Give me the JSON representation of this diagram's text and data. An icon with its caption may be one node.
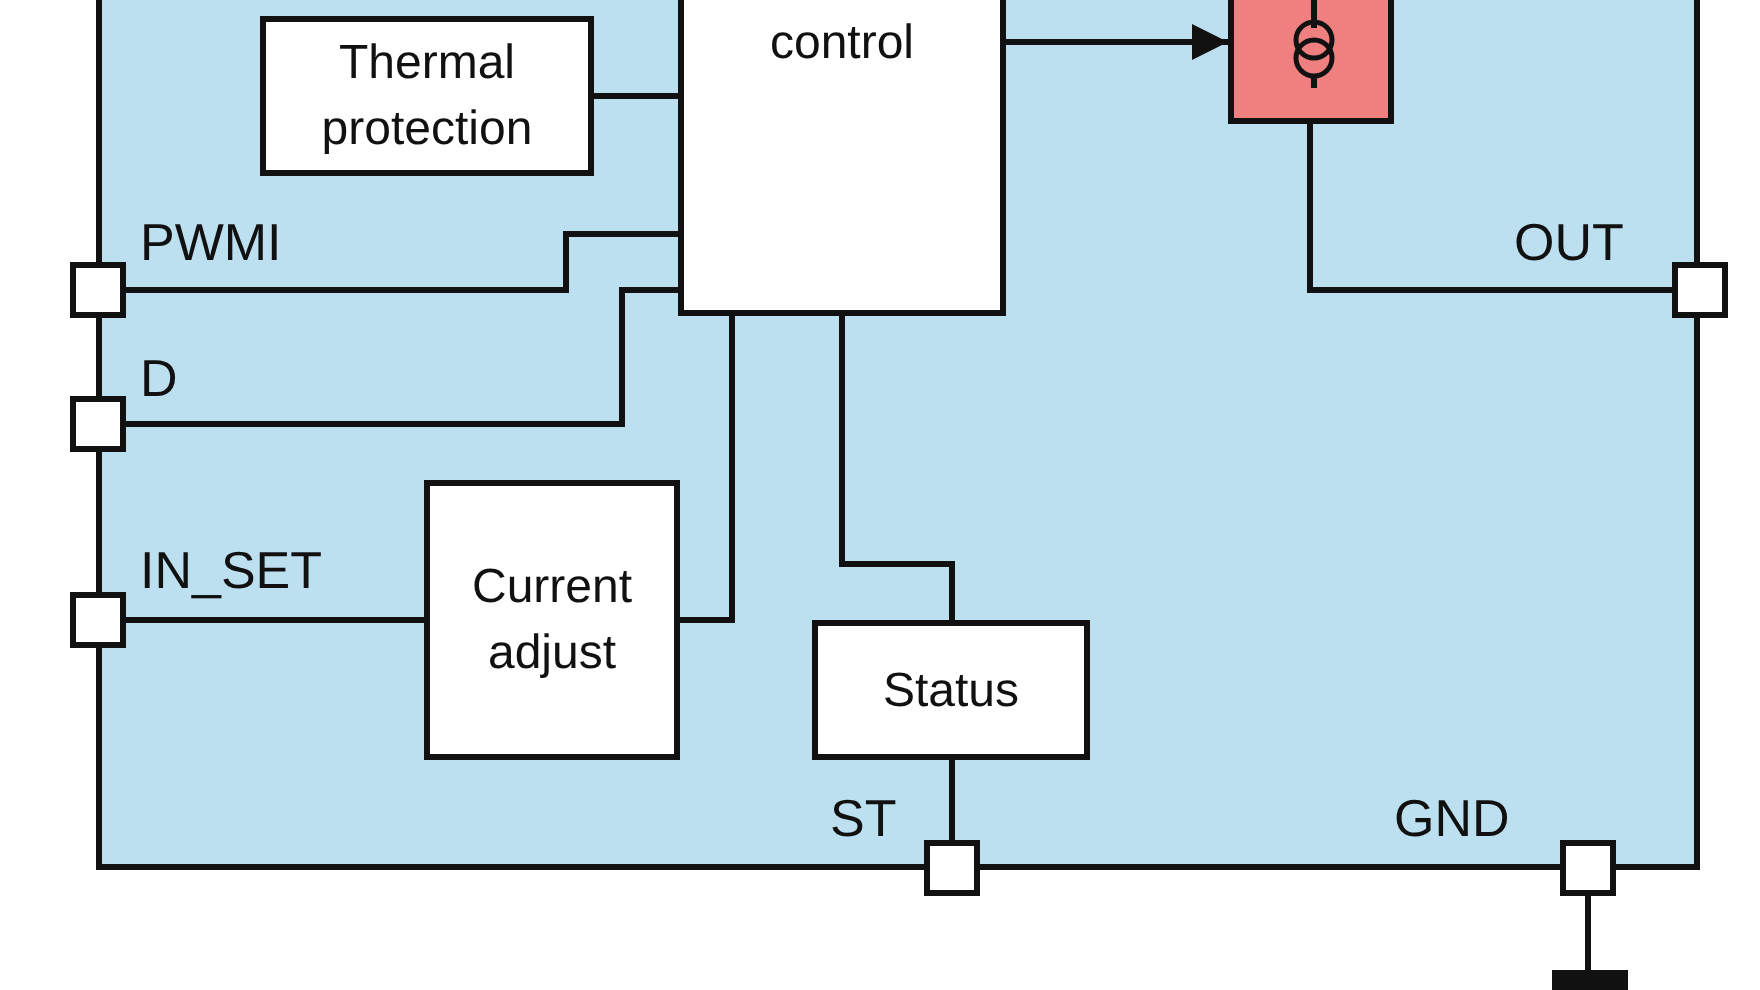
{
  "diagram": {
    "nodes": [
      {
        "text": [],
        "shape": "box"
      },
      {
        "text": [
          "Thermal protection"
        ],
        "in": 0
      },
      {
        "text": [
          "control"
        ],
        "in": 0
      },
      {
        "text": [],
        "shape": "box",
        "in": 0
      },
      {
        "text": [],
        "shape": "box",
        "beside": [
          "PWMI"
        ]
      },
      {
        "text": [],
        "shape": "box",
        "beside": [
          "D"
        ]
      },
      {
        "text": [],
        "shape": "box",
        "beside": [
          "IN_SET"
        ]
      },
      {
        "text": [],
        "shape": "box",
        "beside": [
          "OUT"
        ]
      },
      {
        "text": [],
        "shape": "box",
        "beside": [
          "ST"
        ]
      },
      {
        "text": [],
        "shape": "box",
        "beside": [
          "GND"
        ]
      },
      {
        "text": [
          "Current adjust"
        ],
        "in": 0
      },
      {
        "text": [
          "Status"
        ],
        "in": 0
      },
      {
        "text": [],
        "shape": "bar"
      }
    ],
    "edges": [
      {
        "from": 1,
        "to": 2,
        "arrow": "none"
      },
      {
        "from": 2,
        "to": 3,
        "arrow": "to"
      },
      {
        "from": 4,
        "to": 2,
        "arrow": "none"
      },
      {
        "from": 5,
        "to": 2,
        "arrow": "none"
      },
      {
        "from": 6,
        "to": 10,
        "arrow": "none"
      },
      {
        "from": 10,
        "to": 2,
        "arrow": "none"
      },
      {
        "from": 2,
        "to": 11,
        "arrow": "none"
      },
      {
        "from": 11,
        "to": 8,
        "arrow": "none"
      },
      {
        "from": 3,
        "to": 7,
        "arrow": "none"
      },
      {
        "from": 9,
        "to": 12,
        "arrow": "none"
      }
    ]
  }
}
